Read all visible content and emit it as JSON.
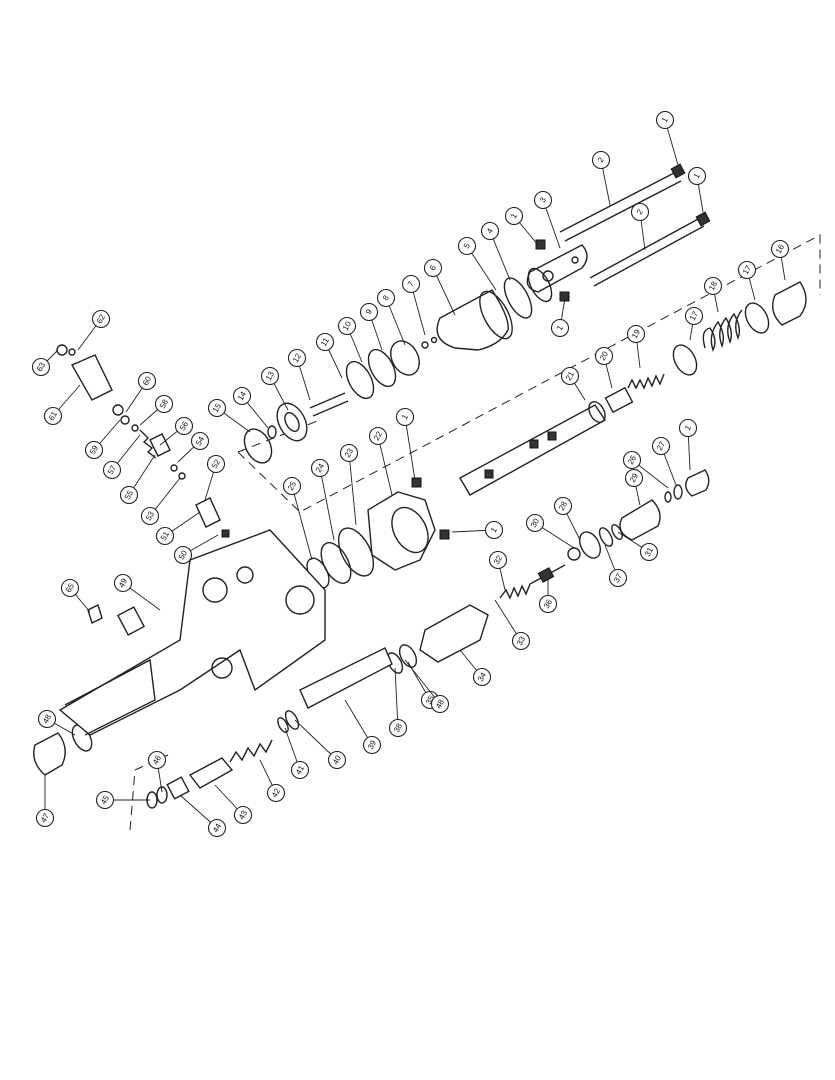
{
  "callouts": [
    "1",
    "2",
    "1",
    "3",
    "1",
    "2",
    "1",
    "4",
    "5",
    "6",
    "1",
    "7",
    "8",
    "9",
    "10",
    "11",
    "12",
    "13",
    "14",
    "15",
    "16",
    "17",
    "18",
    "19",
    "17",
    "20",
    "21",
    "22",
    "1",
    "23",
    "24",
    "25",
    "1",
    "29",
    "26",
    "27",
    "28",
    "30",
    "31",
    "37",
    "36",
    "32",
    "33",
    "34",
    "35",
    "38",
    "48",
    "39",
    "40",
    "41",
    "42",
    "43",
    "44",
    "45",
    "46",
    "47",
    "48",
    "49",
    "50",
    "51",
    "52",
    "53",
    "54",
    "55",
    "56",
    "57",
    "58",
    "59",
    "60",
    "61",
    "62",
    "63",
    "65"
  ]
}
